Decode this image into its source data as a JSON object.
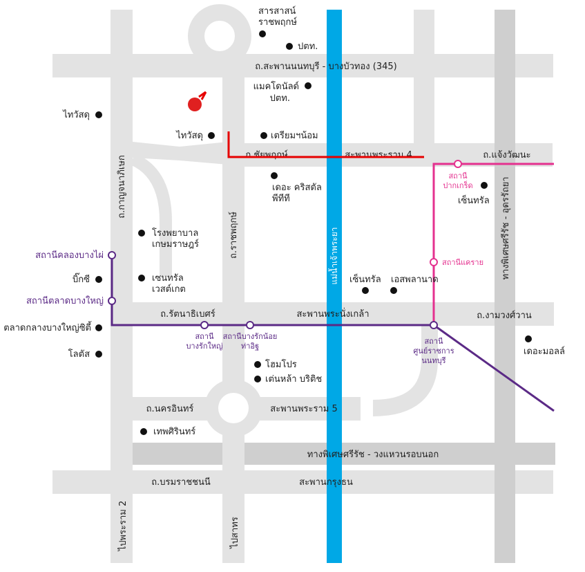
{
  "colors": {
    "road": "#e3e3e3",
    "expressway": "#cfcfcf",
    "river": "#00a8e6",
    "route": "#e60000",
    "pink_line": "#e4318f",
    "purple_line": "#5b2a86",
    "poi_dot": "#111111",
    "destination": "#e02020"
  },
  "roads": {
    "saphan_nonthaburi": "ถ.สะพานนนทบุรี - บางบัวทอง (345)",
    "chaiyaphruek": "ถ.ชัยพฤกษ์",
    "rama4_bridge": "สะพานพระราม 4",
    "chaengwattana": "ถ.แจ้งวัฒนะ",
    "kanchanaphisek": "ถ.กาญจนาภิเษก",
    "ratchaphruek": "ถ.ราชพฤกษ์",
    "expressway_udon": "ทางพิเศษศรีรัช - อุดรรัถยา",
    "rattanathibet": "ถ.รัตนาธิเบศร์",
    "phra_nang_klao": "สะพานพระนั่งเกล้า",
    "ngamwongwan": "ถ.งามวงศ์วาน",
    "nakhon_in": "ถ.นครอินทร์",
    "rama5_bridge": "สะพานพระราม 5",
    "expressway_outer": "ทางพิเศษศรีรัช - วงแหวนรอบนอก",
    "borommaratchachonnani": "ถ.บรมราชชนนี",
    "krungthon_bridge": "สะพานกรุงธน",
    "to_rama2": "ไปพระราม 2",
    "to_sathon": "ไปสาทร"
  },
  "river": {
    "label": "แม่น้ำเจ้าพระยา"
  },
  "pois": [
    {
      "id": "sarasas",
      "label": "สารสาสน์",
      "label2": "ราชพฤกษ์"
    },
    {
      "id": "ptt1",
      "label": "ปตท."
    },
    {
      "id": "mcd",
      "label": "แมคโดนัลด์",
      "label2": "ปตท."
    },
    {
      "id": "thaiwatsadu_left",
      "label": "ไทวัสดุ"
    },
    {
      "id": "thaiwatsadu",
      "label": "ไทวัสดุ"
    },
    {
      "id": "triam",
      "label": "เตรียมฯน้อม"
    },
    {
      "id": "crystal",
      "label": "เดอะ คริสตัล",
      "label2": "พีทีที"
    },
    {
      "id": "central_ck",
      "label": "เซ็นทรัล"
    },
    {
      "id": "hospital",
      "label": "โรงพยาบาล",
      "label2": "เกษมราษฎร์"
    },
    {
      "id": "bigc",
      "label": "บิ๊กซี"
    },
    {
      "id": "central_west",
      "label": "เซนทรัล",
      "label2": "เวสต์เกต"
    },
    {
      "id": "central_r",
      "label": "เซ็นทรัล"
    },
    {
      "id": "esplanade",
      "label": "เอสพลานาด"
    },
    {
      "id": "talat_city",
      "label": "ตลาดกลางบางใหญ่ซิตี้"
    },
    {
      "id": "lotus",
      "label": "โลตัส"
    },
    {
      "id": "homepro",
      "label": "โฮมโปร"
    },
    {
      "id": "tenla",
      "label": "เต่นหล้า บริติช"
    },
    {
      "id": "mall",
      "label": "เดอะมอลล์"
    },
    {
      "id": "thepsirin",
      "label": "เทพศิรินทร์"
    }
  ],
  "stations": {
    "khlong_bang_phai": "สถานีคลองบางไผ่",
    "talat_bang_yai": "สถานีตลาดบางใหญ่",
    "bang_rak_yai": [
      "สถานี",
      "บางรักใหญ่"
    ],
    "bang_rak_noi": [
      "สถานีบางรักน้อย",
      "ท่าอิฐ"
    ],
    "pak_kret": [
      "สถานี",
      "ปากเกร็ด"
    ],
    "khae_rai": "สถานีแคราย",
    "nonthaburi_civic": [
      "สถานี",
      "ศูนย์ราชการ",
      "นนทบุรี"
    ]
  }
}
